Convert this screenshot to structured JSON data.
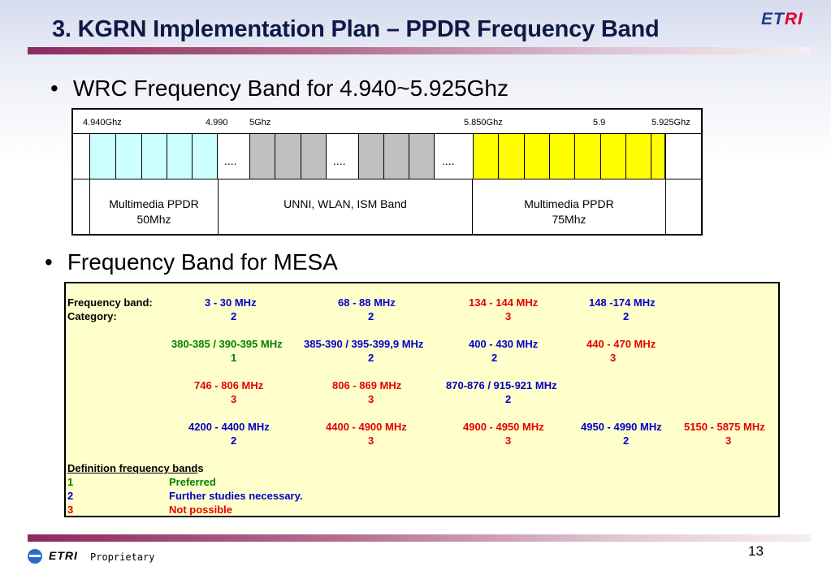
{
  "slide": {
    "title": "3. KGRN Implementation Plan – PPDR Frequency Band",
    "logo_left": "ET",
    "logo_right": "RI",
    "bullet1": "WRC Frequency Band for 4.940~5.925Ghz",
    "bullet2": "Frequency Band for MESA",
    "footer_logo": "ETRI",
    "footer_text": "Proprietary",
    "page_number": "13"
  },
  "wrc": {
    "freq_labels": [
      "4.940Ghz",
      "4.990",
      "5Ghz",
      "5.850Ghz",
      "5.9",
      "5.925Ghz"
    ],
    "dots": [
      "....",
      "....",
      "...."
    ],
    "band1_line1": "Multimedia PPDR",
    "band1_line2": "50Mhz",
    "band2": "UNNI, WLAN, ISM Band",
    "band3_line1": "Multimedia PPDR",
    "band3_line2": "75Mhz",
    "colors": {
      "cyan": "#ccffff",
      "grey": "#c0c0c0",
      "yellow": "#ffff00"
    }
  },
  "mesa": {
    "frequency_band_label": "Frequency band:",
    "category_label": "Category:",
    "rows": [
      {
        "band": "3 - 30 MHz",
        "cat": "2"
      },
      {
        "band": "68 - 88 MHz",
        "cat": "2"
      },
      {
        "band": "134 - 144 MHz",
        "cat": "3"
      },
      {
        "band": "148 -174 MHz",
        "cat": "2"
      },
      {
        "band": "380-385 / 390-395 MHz",
        "cat": "1"
      },
      {
        "band": "385-390 / 395-399,9 MHz",
        "cat": "2"
      },
      {
        "band": "400 - 430 MHz",
        "cat": "2"
      },
      {
        "band": "440 - 470 MHz",
        "cat": "3"
      },
      {
        "band": "746 - 806 MHz",
        "cat": "3"
      },
      {
        "band": "806 - 869 MHz",
        "cat": "3"
      },
      {
        "band": "870-876 / 915-921 MHz",
        "cat": "2"
      },
      {
        "band": "4200 - 4400 MHz",
        "cat": "2"
      },
      {
        "band": "4400 - 4900 MHz",
        "cat": "3"
      },
      {
        "band": "4900 - 4950 MHz",
        "cat": "3"
      },
      {
        "band": "4950 - 4990 MHz",
        "cat": "2"
      },
      {
        "band": "5150 - 5875 MHz",
        "cat": "3"
      }
    ],
    "definition_title": "Definition frequency band",
    "definition_title_suffix": "s",
    "definitions": [
      {
        "num": "1",
        "text": "Preferred"
      },
      {
        "num": "2",
        "text": "Further studies necessary."
      },
      {
        "num": "3",
        "text": "Not possible"
      }
    ],
    "colors": {
      "cat1": "#008000",
      "cat2": "#0000cc",
      "cat3": "#e60000",
      "background": "#ffffcc"
    }
  }
}
